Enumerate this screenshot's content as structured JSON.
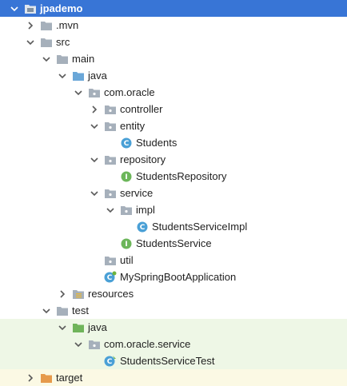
{
  "project_tree": {
    "items": [
      {
        "label": "jpademo",
        "name": "project-root",
        "depth": 0,
        "arrow": "down",
        "icon": "module-folder-icon",
        "selected": true
      },
      {
        "label": ".mvn",
        "name": "folder-mvn",
        "depth": 1,
        "arrow": "right",
        "icon": "folder-icon"
      },
      {
        "label": "src",
        "name": "folder-src",
        "depth": 1,
        "arrow": "down",
        "icon": "folder-icon"
      },
      {
        "label": "main",
        "name": "folder-main",
        "depth": 2,
        "arrow": "down",
        "icon": "folder-icon"
      },
      {
        "label": "java",
        "name": "folder-main-java",
        "depth": 3,
        "arrow": "down",
        "icon": "source-root-folder-icon"
      },
      {
        "label": "com.oracle",
        "name": "package-com-oracle",
        "depth": 4,
        "arrow": "down",
        "icon": "package-icon"
      },
      {
        "label": "controller",
        "name": "package-controller",
        "depth": 5,
        "arrow": "right",
        "icon": "package-icon"
      },
      {
        "label": "entity",
        "name": "package-entity",
        "depth": 5,
        "arrow": "down",
        "icon": "package-icon"
      },
      {
        "label": "Students",
        "name": "class-students",
        "depth": 6,
        "arrow": "none",
        "icon": "class-icon"
      },
      {
        "label": "repository",
        "name": "package-repository",
        "depth": 5,
        "arrow": "down",
        "icon": "package-icon"
      },
      {
        "label": "StudentsRepository",
        "name": "interface-students-repository",
        "depth": 6,
        "arrow": "none",
        "icon": "interface-icon"
      },
      {
        "label": "service",
        "name": "package-service",
        "depth": 5,
        "arrow": "down",
        "icon": "package-icon"
      },
      {
        "label": "impl",
        "name": "package-impl",
        "depth": 6,
        "arrow": "down",
        "icon": "package-icon"
      },
      {
        "label": "StudentsServiceImpl",
        "name": "class-students-service-impl",
        "depth": 7,
        "arrow": "none",
        "icon": "class-icon"
      },
      {
        "label": "StudentsService",
        "name": "interface-students-service",
        "depth": 6,
        "arrow": "none",
        "icon": "interface-icon"
      },
      {
        "label": "util",
        "name": "package-util",
        "depth": 5,
        "arrow": "none",
        "icon": "package-icon"
      },
      {
        "label": "MySpringBootApplication",
        "name": "class-my-spring-boot-application",
        "depth": 5,
        "arrow": "none",
        "icon": "spring-class-icon"
      },
      {
        "label": "resources",
        "name": "folder-resources",
        "depth": 3,
        "arrow": "right",
        "icon": "resources-folder-icon"
      },
      {
        "label": "test",
        "name": "folder-test",
        "depth": 2,
        "arrow": "down",
        "icon": "folder-icon"
      },
      {
        "label": "java",
        "name": "folder-test-java",
        "depth": 3,
        "arrow": "down",
        "icon": "test-root-folder-icon",
        "bg": "test"
      },
      {
        "label": "com.oracle.service",
        "name": "package-com-oracle-service",
        "depth": 4,
        "arrow": "down",
        "icon": "package-icon",
        "bg": "test"
      },
      {
        "label": "StudentsServiceTest",
        "name": "class-students-service-test",
        "depth": 5,
        "arrow": "none",
        "icon": "test-class-icon",
        "bg": "test"
      },
      {
        "label": "target",
        "name": "folder-target",
        "depth": 1,
        "arrow": "right",
        "icon": "excluded-folder-icon",
        "bg": "gen"
      }
    ]
  },
  "colors": {
    "selection": "#3875d6",
    "folder": "#a6b0bb",
    "source_root": "#6aa7d8",
    "test_root": "#6fb45a",
    "excluded": "#e69a4c",
    "class": "#4aa0d6",
    "interface": "#6cb65a"
  }
}
